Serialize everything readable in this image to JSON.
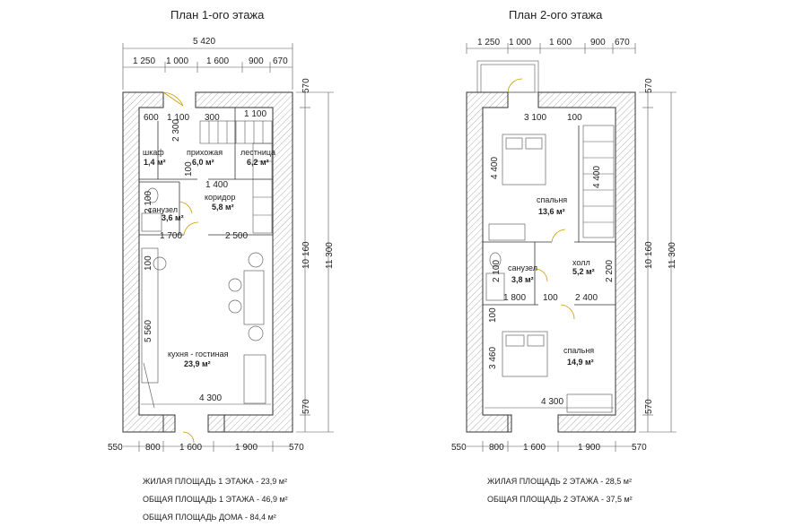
{
  "plan1": {
    "title": "План 1-ого этажа",
    "top_total": "5 420",
    "top_dims": [
      "1 250",
      "1 000",
      "1 600",
      "900",
      "670"
    ],
    "bottom_dims": [
      "550",
      "800",
      "1 600",
      "1 900",
      "570"
    ],
    "right_dims": [
      "570",
      "10 160",
      "570"
    ],
    "right_total": "11 300",
    "inner_dims": [
      "600",
      "1 100",
      "300",
      "1 100",
      "2 300",
      "100",
      "1 400",
      "2 100",
      "1 700",
      "2 500",
      "100",
      "5 560",
      "4 300"
    ],
    "rooms": [
      {
        "name": "шкаф",
        "area": "1,4 м²"
      },
      {
        "name": "прихожая",
        "area": "6,0 м²"
      },
      {
        "name": "лестница",
        "area": "6,2 м²"
      },
      {
        "name": "коридор",
        "area": "5,8 м²"
      },
      {
        "name": "санузел",
        "area": "3,6 м²"
      },
      {
        "name": "кухня - гостиная",
        "area": "23,9 м²"
      }
    ]
  },
  "plan2": {
    "title": "План 2-ого этажа",
    "top_dims": [
      "1 250",
      "1 000",
      "1 600",
      "900",
      "670"
    ],
    "bottom_dims": [
      "550",
      "800",
      "1 600",
      "1 900",
      "570"
    ],
    "right_dims": [
      "570",
      "10 160",
      "570"
    ],
    "right_total": "11 300",
    "inner_dims": [
      "3 100",
      "100",
      "4 400",
      "4 400",
      "2 100",
      "1 800",
      "100",
      "2 400",
      "2 200",
      "100",
      "3 460",
      "4 300"
    ],
    "rooms": [
      {
        "name": "спальня",
        "area": "13,6 м²"
      },
      {
        "name": "холл",
        "area": "5,2 м²"
      },
      {
        "name": "санузел",
        "area": "3,8 м²"
      },
      {
        "name": "спальня",
        "area": "14,9 м²"
      }
    ]
  },
  "summary": {
    "living1": "ЖИЛАЯ ПЛОЩАДЬ 1 ЭТАЖА - 23,9 м²",
    "total1": "ОБЩАЯ ПЛОЩАДЬ 1 ЭТАЖА - 46,9 м²",
    "house": "ОБЩАЯ ПЛОЩАДЬ ДОМА - 84,4 м²",
    "living2": "ЖИЛАЯ ПЛОЩАДЬ 2 ЭТАЖА - 28,5 м²",
    "total2": "ОБЩАЯ ПЛОЩАДЬ 2 ЭТАЖА - 37,5 м²"
  }
}
